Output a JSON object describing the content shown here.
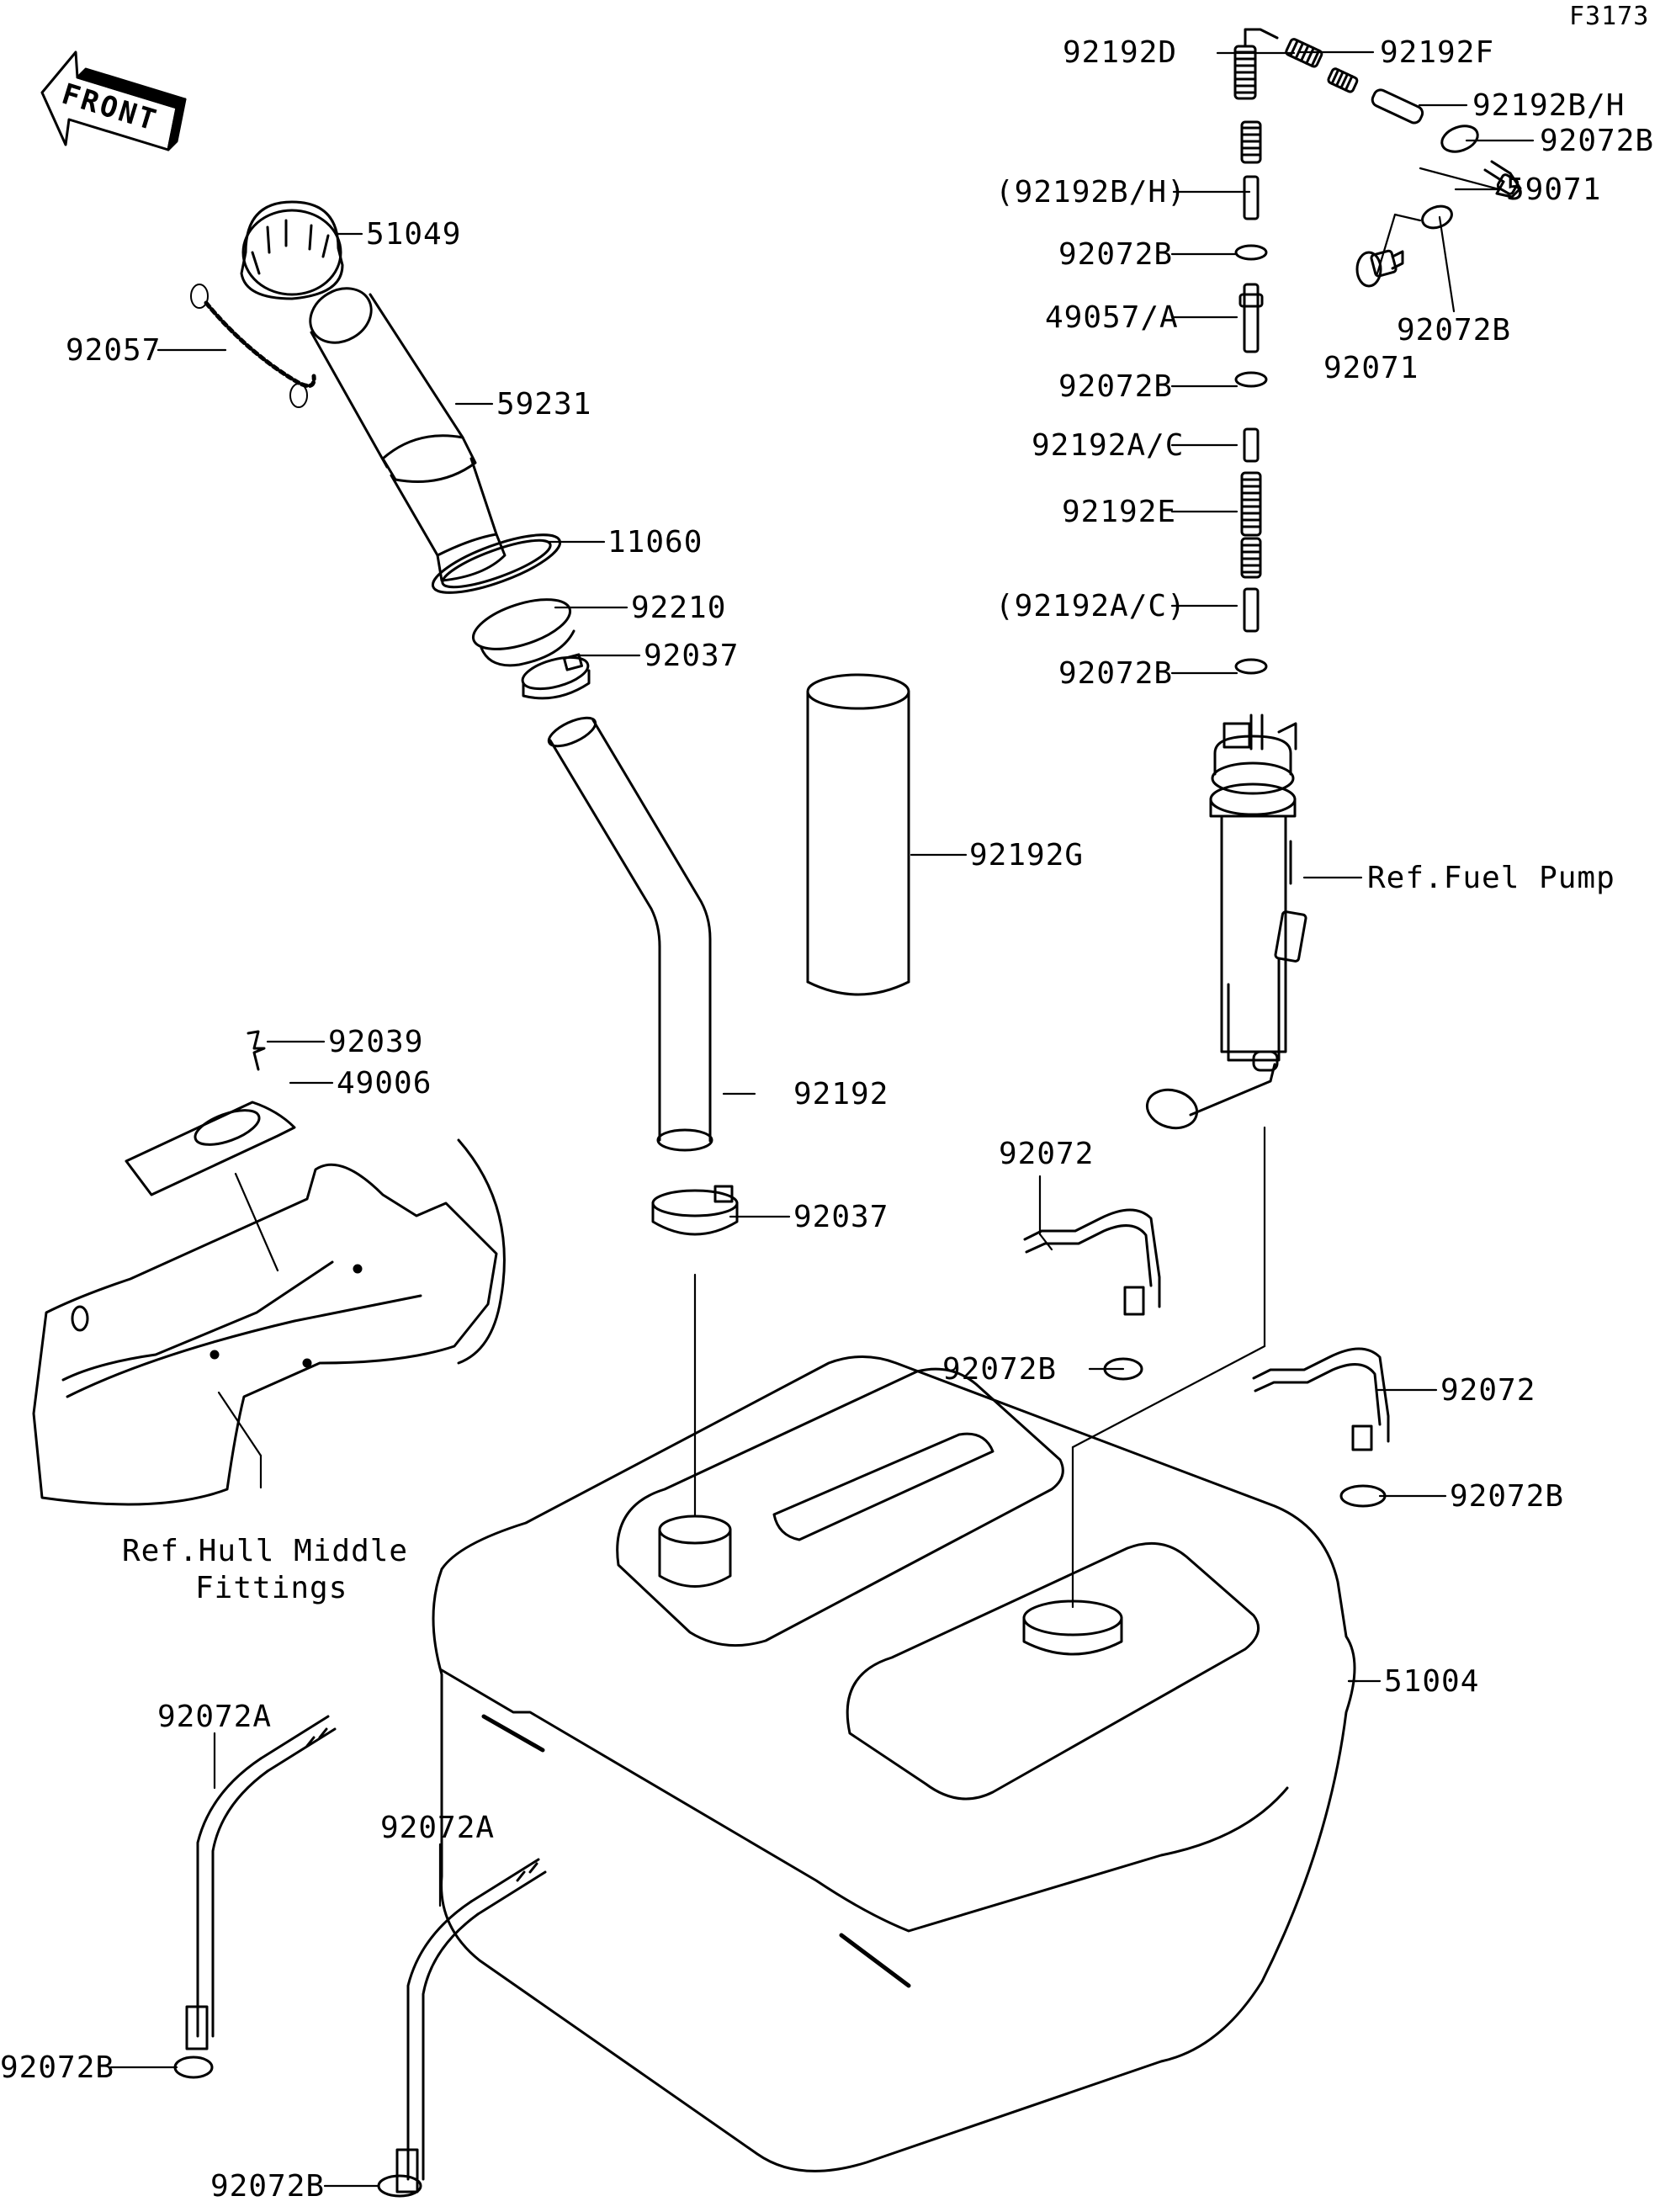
{
  "figure_id": "F3173",
  "front_label": "FRONT",
  "labels": {
    "p92192D": "92192D",
    "p92192F": "92192F",
    "p92192BH": "92192B/H",
    "p92072B_top": "92072B",
    "p92192BH_ref": "(92192B/H)",
    "p59071": "59071",
    "p92072B_a": "92072B",
    "p92072B_r": "92072B",
    "p92071": "92071",
    "p49057A": "49057/A",
    "p92072B_b": "92072B",
    "p92192AC": "92192A/C",
    "p92192E": "92192E",
    "p92192AC_ref": "(92192A/C)",
    "p92072B_c": "92072B",
    "ref_fuel_pump": "Ref.Fuel Pump",
    "p51049": "51049",
    "p92057": "92057",
    "p59231": "59231",
    "p11060": "11060",
    "p92210": "92210",
    "p92037_top": "92037",
    "p92192G": "92192G",
    "p92039": "92039",
    "p49006": "49006",
    "p92192": "92192",
    "p92037_low": "92037",
    "p92072_top": "92072",
    "p92072B_mid": "92072B",
    "p92072_right": "92072",
    "p92072B_right": "92072B",
    "ref_hull_1": "Ref.Hull Middle",
    "ref_hull_2": "Fittings",
    "p51004": "51004",
    "p92072A_l": "92072A",
    "p92072A_r": "92072A",
    "p92072B_bl": "92072B",
    "p92072B_bb": "92072B"
  }
}
